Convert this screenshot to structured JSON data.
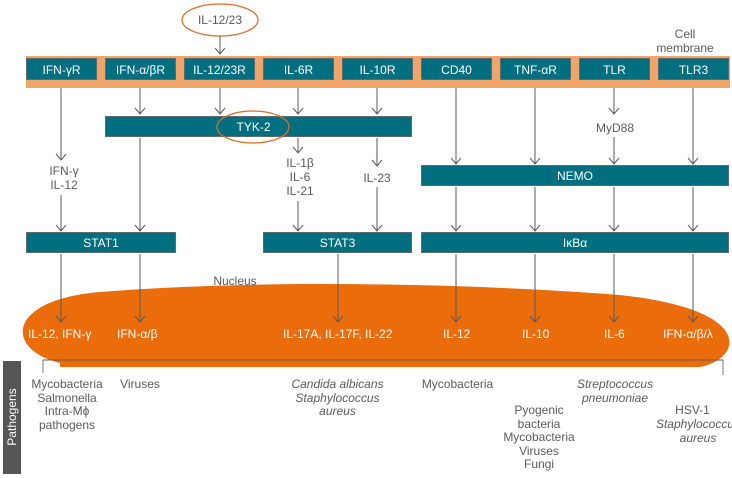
{
  "ligand_top": "IL-12/23",
  "cell_membrane_label": "Cell\nmembrane",
  "receptors": [
    "IFN-γR",
    "IFN-α/βR",
    "IL-12/23R",
    "IL-6R",
    "IL-10R",
    "CD40",
    "TNF-αR",
    "TLR",
    "TLR3"
  ],
  "kinases": {
    "tyk2": "TYK-2",
    "nemo": "NEMO",
    "myd88": "MyD88"
  },
  "intermediates": {
    "ifng_il12": "IFN-γ\nIL-12",
    "il1b_il6_il21": "IL-1β\nIL-6\nIL-21",
    "il23": "IL-23"
  },
  "transcription_factors": {
    "stat1": "STAT1",
    "stat3": "STAT3",
    "ikba": "IκBα"
  },
  "nucleus_label": "Nucleus",
  "nucleus_outputs": [
    "IL-12, IFN-γ",
    "IFN-α/β",
    "IL-17A, IL-17F, IL-22",
    "IL-12",
    "IL-10",
    "IL-6",
    "IFN-α/β/λ"
  ],
  "pathogens_label": "Pathogens",
  "pathogens": [
    {
      "text": "Mycobacteria\nSalmonella\nIntra-Mϕ\npathogens",
      "italic": false
    },
    {
      "text": "Viruses",
      "italic": false
    },
    {
      "text": "Candida albicans\nStaphylococcus\naureus",
      "italic": true
    },
    {
      "text": "Mycobacteria",
      "italic": false
    },
    {
      "text": "Pyogenic\nbacteria\nMycobacteria\nViruses\nFungi",
      "italic": false
    },
    {
      "text": "Streptococcus\npneumoniae",
      "italic": true
    },
    {
      "text": "HSV-1",
      "italic": false
    },
    {
      "text": "Staphylococcus\naureus",
      "italic": true
    }
  ],
  "colors": {
    "teal": "#016f80",
    "membrane": "#f2a56b",
    "nucleus": "#ea6c0a",
    "highlight_ring": "#e06a25",
    "arrow": "#5a5a5a",
    "pathogens_bar": "#555555"
  }
}
